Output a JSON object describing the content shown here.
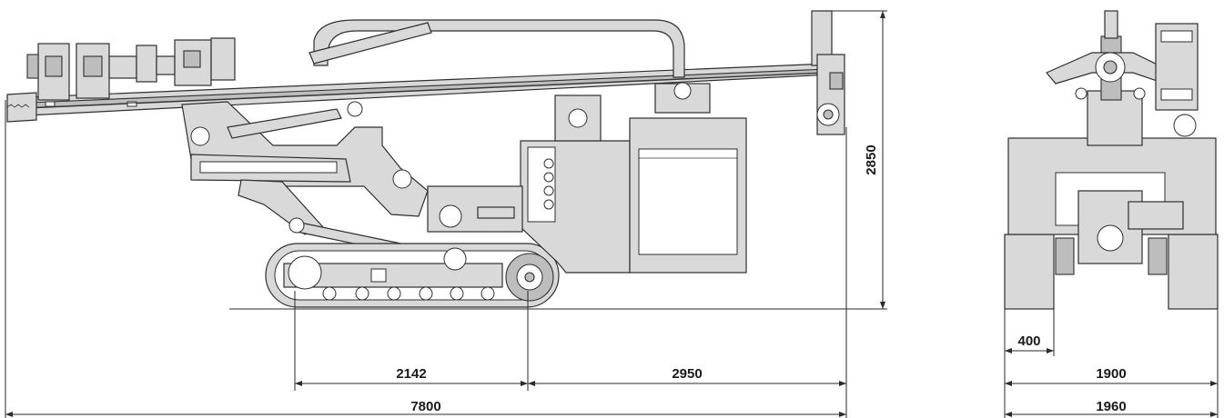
{
  "dimensions": {
    "height": "2850",
    "track_length": "2142",
    "rear_length": "2950",
    "overall_length": "7800",
    "track_width": "400",
    "inner_width": "1900",
    "overall_width": "1960"
  },
  "colors": {
    "machine_fill": "#d9d9d9",
    "outline": "#2f2f2f",
    "background": "#ffffff"
  }
}
